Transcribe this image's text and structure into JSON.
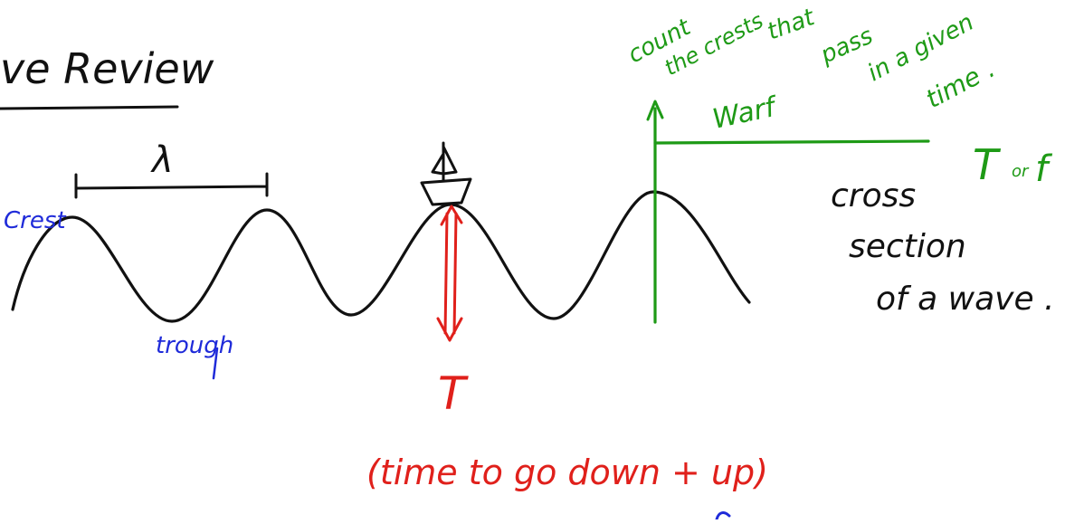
{
  "colors": {
    "black": "#111111",
    "blue": "#1f2bd9",
    "red": "#e0201b",
    "green": "#1e9a16"
  },
  "title": "ve Review",
  "wavelength_label": "λ",
  "crest_label": "Crest",
  "trough_label": "trough",
  "period": {
    "symbol": "T",
    "description": "(time to go down + up)"
  },
  "frequency": {
    "note_line1": "count",
    "note_line2": "the crests",
    "note_line3": "that",
    "note_line4": "pass",
    "note_line5": "in a given",
    "note_line6": "time .",
    "axis_label": "Warf",
    "relation": "T",
    "relation_small": "or",
    "relation_f": "f"
  },
  "cross_section": {
    "line1": "cross",
    "line2": "section",
    "line3": "of a wave ."
  },
  "icons": {
    "boat": "sailboat-icon"
  }
}
